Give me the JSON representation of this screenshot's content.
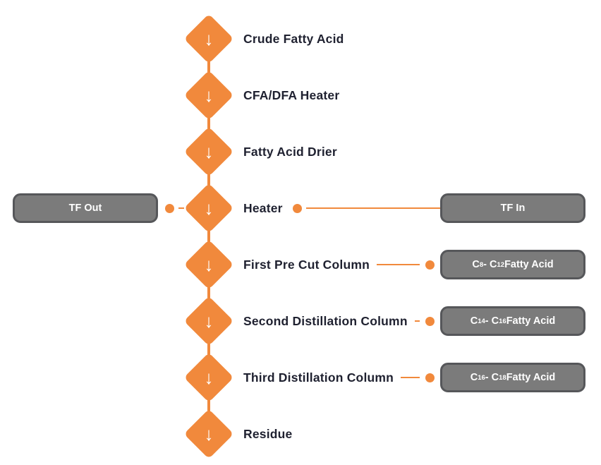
{
  "colors": {
    "orange": "#F1893C",
    "box_fill": "#7B7B7B",
    "box_border": "#56575A",
    "label_text": "#1F2130",
    "box_text": "#FFFFFF",
    "background": "#FFFFFF"
  },
  "icons": {
    "down_arrow": "↓"
  },
  "flow": {
    "rows": [
      {
        "id": "crude-fatty-acid",
        "label": "Crude Fatty Acid"
      },
      {
        "id": "cfa-dfa-heater",
        "label": "CFA/DFA Heater"
      },
      {
        "id": "fatty-acid-drier",
        "label": "Fatty Acid Drier"
      },
      {
        "id": "heater",
        "label": "Heater",
        "left_box": {
          "name": "tf-out-box",
          "segments": [
            {
              "t": "TF Out"
            }
          ]
        },
        "right_box": {
          "name": "tf-in-box",
          "dot_position": "label",
          "segments": [
            {
              "t": "TF In"
            }
          ]
        }
      },
      {
        "id": "first-pre-cut-column",
        "label": "First Pre Cut Column",
        "right_box": {
          "name": "c8-c12-fatty-acid-box",
          "dot_position": "box",
          "segments": [
            {
              "t": "C"
            },
            {
              "t": "8",
              "sup": true
            },
            {
              "t": " - C"
            },
            {
              "t": "12",
              "sup": true
            },
            {
              "t": " Fatty Acid"
            }
          ]
        }
      },
      {
        "id": "second-distillation-column",
        "label": "Second Distillation Column",
        "right_box": {
          "name": "c14-c16-fatty-acid-box",
          "dot_position": "box",
          "segments": [
            {
              "t": "C"
            },
            {
              "t": "14",
              "sup": true
            },
            {
              "t": " - C"
            },
            {
              "t": "16",
              "sup": true
            },
            {
              "t": " Fatty Acid"
            }
          ]
        }
      },
      {
        "id": "third-distillation-column",
        "label": "Third Distillation Column",
        "right_box": {
          "name": "c16-c18-fatty-acid-box",
          "dot_position": "box",
          "segments": [
            {
              "t": "C"
            },
            {
              "t": "16",
              "sup": true
            },
            {
              "t": " - C"
            },
            {
              "t": "18",
              "sup": true
            },
            {
              "t": " Fatty Acid"
            }
          ]
        }
      },
      {
        "id": "residue",
        "label": "Residue"
      }
    ]
  }
}
